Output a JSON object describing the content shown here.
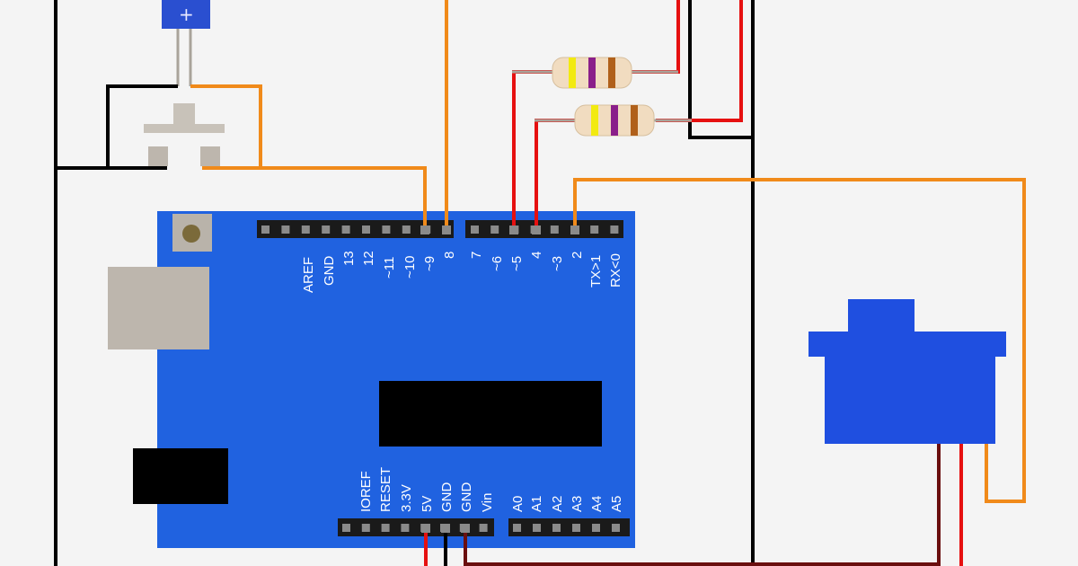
{
  "colors": {
    "background": "#f4f4f4",
    "board": "#2062e0",
    "header": "#1a1a1a",
    "pin": "#8a8a8a",
    "wire_black": "#000000",
    "wire_orange": "#f08a1a",
    "wire_red": "#e61010",
    "wire_darkred": "#6a0f0f",
    "usb": "#bdb6ad",
    "ic": "#000000",
    "servo": "#1f4fe0",
    "resistor_body": "#f1dcc0"
  },
  "board": {
    "top_header_left_pins": [
      "AREF",
      "GND",
      "13",
      "12",
      "~11",
      "~10",
      "~9",
      "8"
    ],
    "top_header_right_pins": [
      "7",
      "~6",
      "~5",
      "4",
      "~3",
      "2",
      "TX>1",
      "RX<0"
    ],
    "power_header_pins": [
      "IOREF",
      "RESET",
      "3.3V",
      "5V",
      "GND",
      "GND",
      "Vin"
    ],
    "analog_header_pins": [
      "A0",
      "A1",
      "A2",
      "A3",
      "A4",
      "A5"
    ]
  },
  "buzzer": {
    "polarity_symbol": "+"
  },
  "resistors": [
    {
      "bands": [
        "#f2ea10",
        "#8a1f8a",
        "#b0601a"
      ]
    },
    {
      "bands": [
        "#f2ea10",
        "#8a1f8a",
        "#b0601a"
      ]
    }
  ]
}
